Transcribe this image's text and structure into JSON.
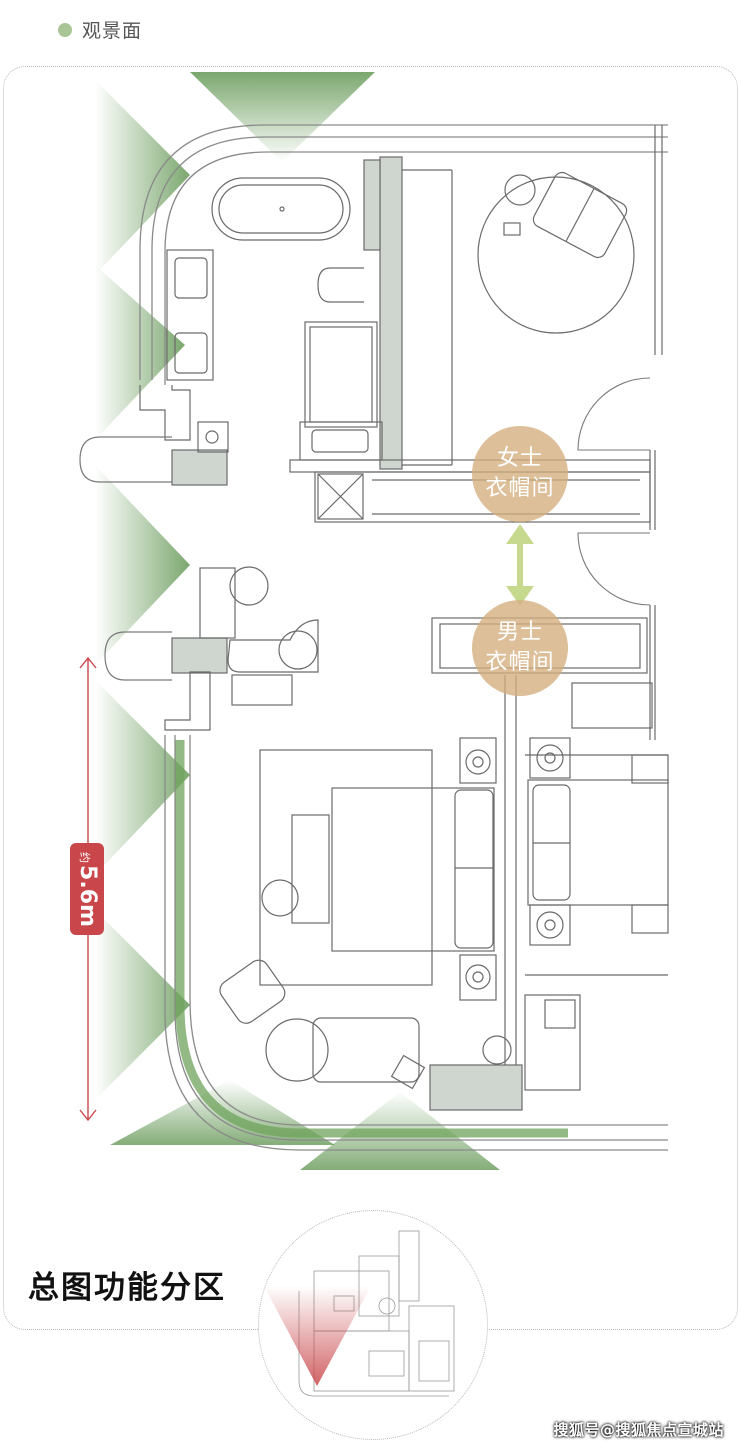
{
  "legend": {
    "label": "观景面",
    "color": "#a9c495"
  },
  "rooms": {
    "women_wardrobe": [
      "女士",
      "衣帽间"
    ],
    "men_wardrobe": [
      "男士",
      "衣帽间"
    ]
  },
  "dimension": {
    "prefix": "约",
    "value": "5.6m",
    "color": "#c9474a"
  },
  "section_title": "总图功能分区",
  "watermark": "搜狐号@搜狐焦点宣城站",
  "colors": {
    "view_green": "#6fa35c",
    "accent_beige": "#d4ae7e",
    "wall_gray": "#cfd6d0"
  }
}
